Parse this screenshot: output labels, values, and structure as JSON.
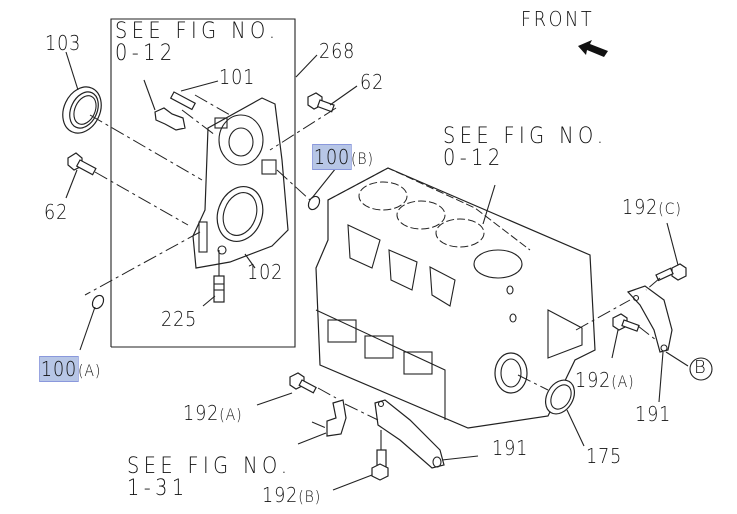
{
  "diagram": {
    "title": "Cylinder block and front plate exploded view",
    "front_indicator": {
      "label": "FRONT",
      "icon": "arrow-front-icon"
    },
    "references": [
      {
        "id": "ref-upper-left",
        "line1": "SEE FIG NO.",
        "line2": "0-12"
      },
      {
        "id": "ref-center",
        "line1": "SEE FIG NO.",
        "line2": "0-12"
      },
      {
        "id": "ref-lower",
        "line1": "SEE FIG NO.",
        "line2": "1-31"
      }
    ],
    "callouts": {
      "p103": {
        "number": "103",
        "suffix": ""
      },
      "p268": {
        "number": "268",
        "suffix": ""
      },
      "p101": {
        "number": "101",
        "suffix": ""
      },
      "p62_right": {
        "number": "62",
        "suffix": ""
      },
      "p62_left": {
        "number": "62",
        "suffix": ""
      },
      "p100_b": {
        "number": "100",
        "suffix": "(B)",
        "highlighted": true
      },
      "p100_a": {
        "number": "100",
        "suffix": "(A)",
        "highlighted": true
      },
      "p102": {
        "number": "102",
        "suffix": ""
      },
      "p225": {
        "number": "225",
        "suffix": ""
      },
      "p192_c": {
        "number": "192",
        "suffix": "(C)"
      },
      "p192_a_right": {
        "number": "192",
        "suffix": "(A)"
      },
      "p191_right": {
        "number": "191",
        "suffix": ""
      },
      "p175": {
        "number": "175",
        "suffix": ""
      },
      "p192_a_left": {
        "number": "192",
        "suffix": "(A)"
      },
      "p191_bottom": {
        "number": "191",
        "suffix": ""
      },
      "p192_b": {
        "number": "192",
        "suffix": "(B)"
      }
    },
    "connection_marker": {
      "label": "B"
    },
    "highlight_color": "#b7c6e6",
    "highlight_border": "#8a98dc"
  }
}
